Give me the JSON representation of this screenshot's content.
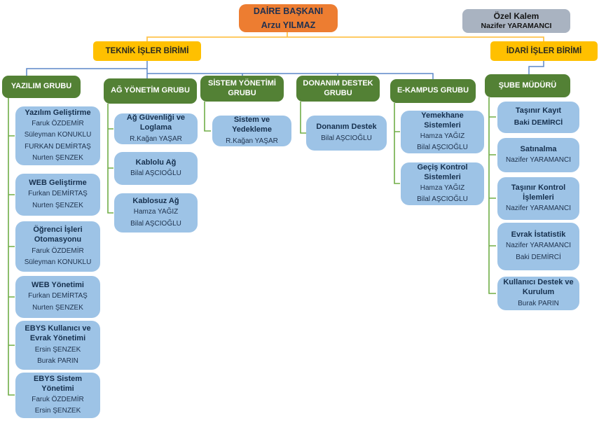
{
  "palette": {
    "orange": "#ED7D31",
    "gray": "#A9B3C1",
    "yellow_box": "#FFC000",
    "green_box": "#538135",
    "blue_box": "#9DC3E6",
    "wire_yellow": "#FFC44D",
    "wire_blue": "#5B87C9",
    "wire_green": "#70AD47"
  },
  "root": {
    "title": "DAİRE BAŞKANI",
    "name": "Arzu YILMAZ"
  },
  "ozel_kalem": {
    "title": "Özel Kalem",
    "name": "Nazifer YARAMANCI"
  },
  "units": [
    {
      "label": "TEKNİK İŞLER BİRİMİ"
    },
    {
      "label": "İDARİ İŞLER BİRİMİ"
    }
  ],
  "groups": [
    {
      "label": "YAZILIM GRUBU",
      "items": [
        {
          "title": "Yazılım Geliştirme",
          "members": [
            "Faruk ÖZDEMİR",
            "Süleyman KONUKLU",
            "FURKAN DEMİRTAŞ",
            "Nurten ŞENZEK"
          ]
        },
        {
          "title": "WEB Geliştirme",
          "members": [
            "Furkan DEMİRTAŞ",
            "Nurten ŞENZEK"
          ]
        },
        {
          "title": "Öğrenci İşleri Otomasyonu",
          "members": [
            "Faruk ÖZDEMİR",
            "Süleyman KONUKLU"
          ]
        },
        {
          "title": "WEB Yönetimi",
          "members": [
            "Furkan DEMİRTAŞ",
            "Nurten ŞENZEK"
          ]
        },
        {
          "title": "EBYS Kullanıcı ve Evrak Yönetimi",
          "members": [
            "Ersin ŞENZEK",
            "Burak PARIN"
          ]
        },
        {
          "title": "EBYS Sistem Yönetimi",
          "members": [
            "Faruk ÖZDEMİR",
            "Ersin ŞENZEK"
          ]
        }
      ]
    },
    {
      "label": "AĞ YÖNETİM GRUBU",
      "items": [
        {
          "title": "Ağ Güvenliği ve Loglama",
          "members": [
            "R.Kağan YAŞAR"
          ]
        },
        {
          "title": "Kablolu Ağ",
          "members": [
            "Bilal AŞCIOĞLU"
          ]
        },
        {
          "title": "Kablosuz Ağ",
          "members": [
            "Hamza YAĞIZ",
            "Bilal AŞCIOĞLU"
          ]
        }
      ]
    },
    {
      "label": "SİSTEM YÖNETİMİ GRUBU",
      "items": [
        {
          "title": "Sistem ve Yedekleme",
          "members": [
            "R.Kağan YAŞAR"
          ]
        }
      ]
    },
    {
      "label": "DONANIM DESTEK GRUBU",
      "items": [
        {
          "title": "Donanım Destek",
          "members": [
            "Bilal AŞCIOĞLU"
          ]
        }
      ]
    },
    {
      "label": "E-KAMPUS GRUBU",
      "items": [
        {
          "title": "Yemekhane Sistemleri",
          "members": [
            "Hamza YAĞIZ",
            "Bilal AŞCIOĞLU"
          ]
        },
        {
          "title": "Geçiş Kontrol Sistemleri",
          "members": [
            "Hamza YAĞIZ",
            "Bilal AŞCIOĞLU"
          ]
        }
      ]
    },
    {
      "label": "ŞUBE MÜDÜRÜ",
      "items": [
        {
          "title": "Taşınır Kayıt",
          "members": [
            "Baki DEMİRCİ"
          ]
        },
        {
          "title": "Satınalma",
          "members": [
            "Nazifer YARAMANCI"
          ]
        },
        {
          "title": "Taşınır Kontrol İşlemleri",
          "members": [
            "Nazifer YARAMANCI"
          ]
        },
        {
          "title": "Evrak İstatistik",
          "members": [
            "Nazifer YARAMANCI",
            "Baki DEMİRCİ"
          ]
        },
        {
          "title": "Kullanıcı Destek ve Kurulum",
          "members": [
            "Burak PARIN"
          ]
        }
      ]
    }
  ]
}
